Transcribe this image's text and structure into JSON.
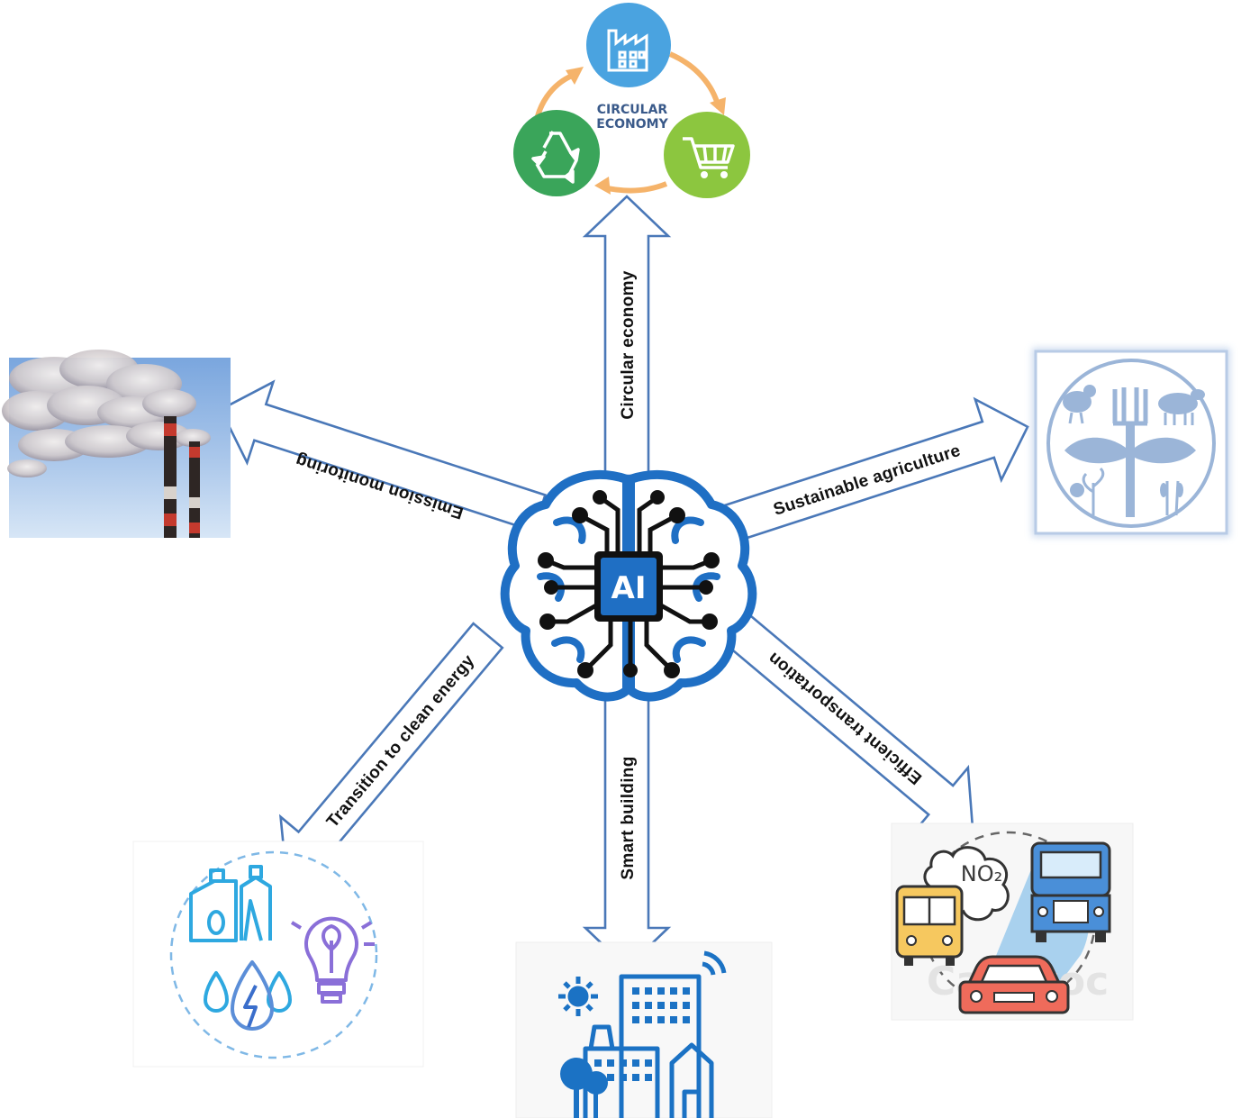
{
  "center": {
    "label": "AI"
  },
  "branches": [
    {
      "id": "circular",
      "label": "Circular economy"
    },
    {
      "id": "emission",
      "label": "Emission monitoring"
    },
    {
      "id": "agriculture",
      "label": "Sustainable agriculture"
    },
    {
      "id": "energy",
      "label": "Transition to clean energy"
    },
    {
      "id": "building",
      "label": "Smart building"
    },
    {
      "id": "transport",
      "label": "Efficient transportation"
    }
  ],
  "circular_icon": {
    "caption_line1": "CIRCULAR",
    "caption_line2": "ECONOMY"
  },
  "transport_icon": {
    "gas_label": "NO₂",
    "watermark": "CanStoc"
  },
  "colors": {
    "arrow_stroke": "#4a78b8",
    "brain_blue": "#1f6fc4",
    "factory_blue": "#4aa3e0",
    "recycle_green": "#3aa55a",
    "cart_green": "#8cc63f",
    "cycle_orange": "#f5b36a",
    "agri_blue": "#9bb5d8",
    "energy_cyan": "#2ea8e0",
    "energy_purple": "#8a6fd8",
    "building_blue": "#1b72c4",
    "bus_yellow": "#f6c85f",
    "truck_blue": "#4a8fd8",
    "car_red": "#ef6b5b"
  }
}
